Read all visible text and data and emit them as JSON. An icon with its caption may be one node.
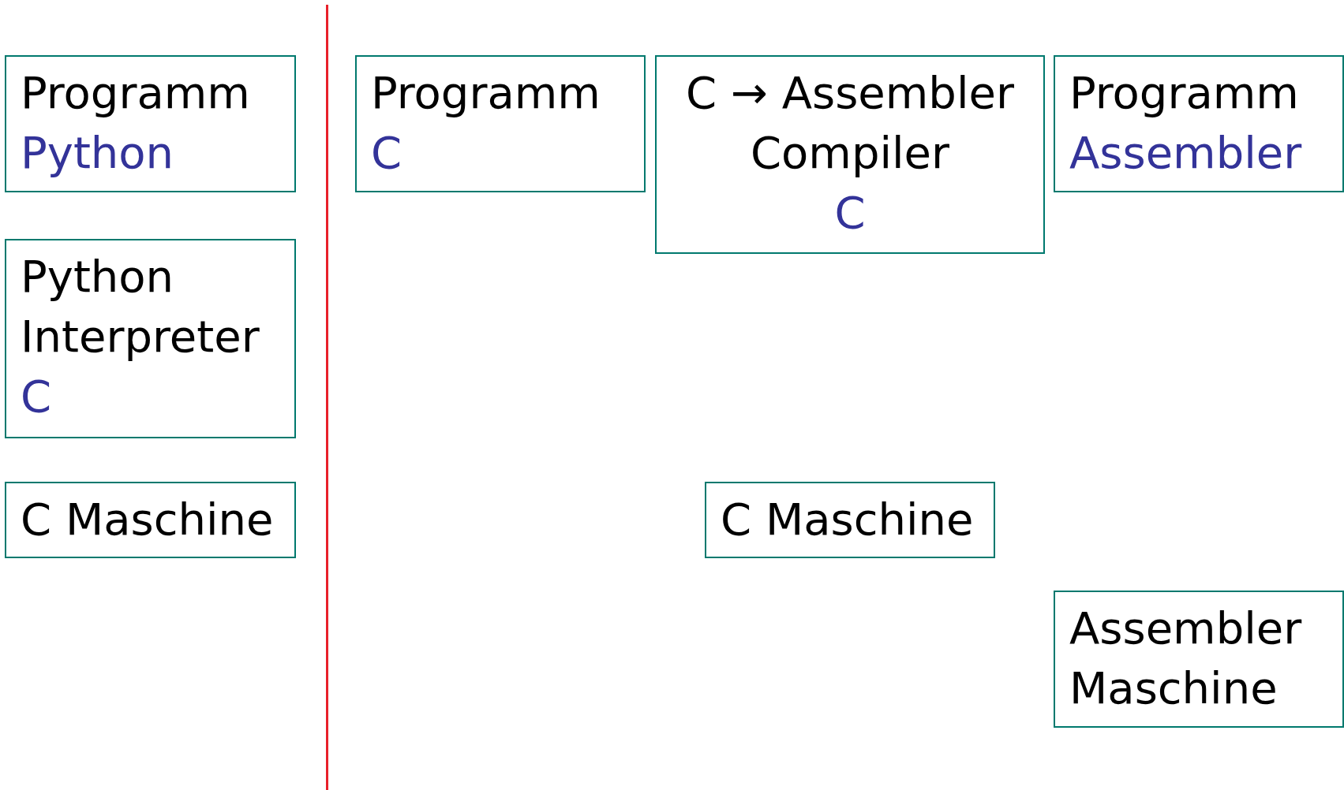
{
  "diagram": {
    "nodes": [
      {
        "text": [
          "Programm",
          "Python"
        ]
      },
      {
        "text": [
          "Python Interpreter",
          "C"
        ]
      },
      {
        "text": [
          "C Maschine"
        ]
      },
      {
        "text": [
          "Programm",
          "C"
        ]
      },
      {
        "text": [
          "C → Assembler Compiler",
          "C"
        ]
      },
      {
        "text": [
          "Programm",
          "Assembler"
        ]
      },
      {
        "text": [
          "C Maschine"
        ]
      },
      {
        "text": [
          "Assembler Maschine"
        ]
      }
    ],
    "edges": []
  }
}
